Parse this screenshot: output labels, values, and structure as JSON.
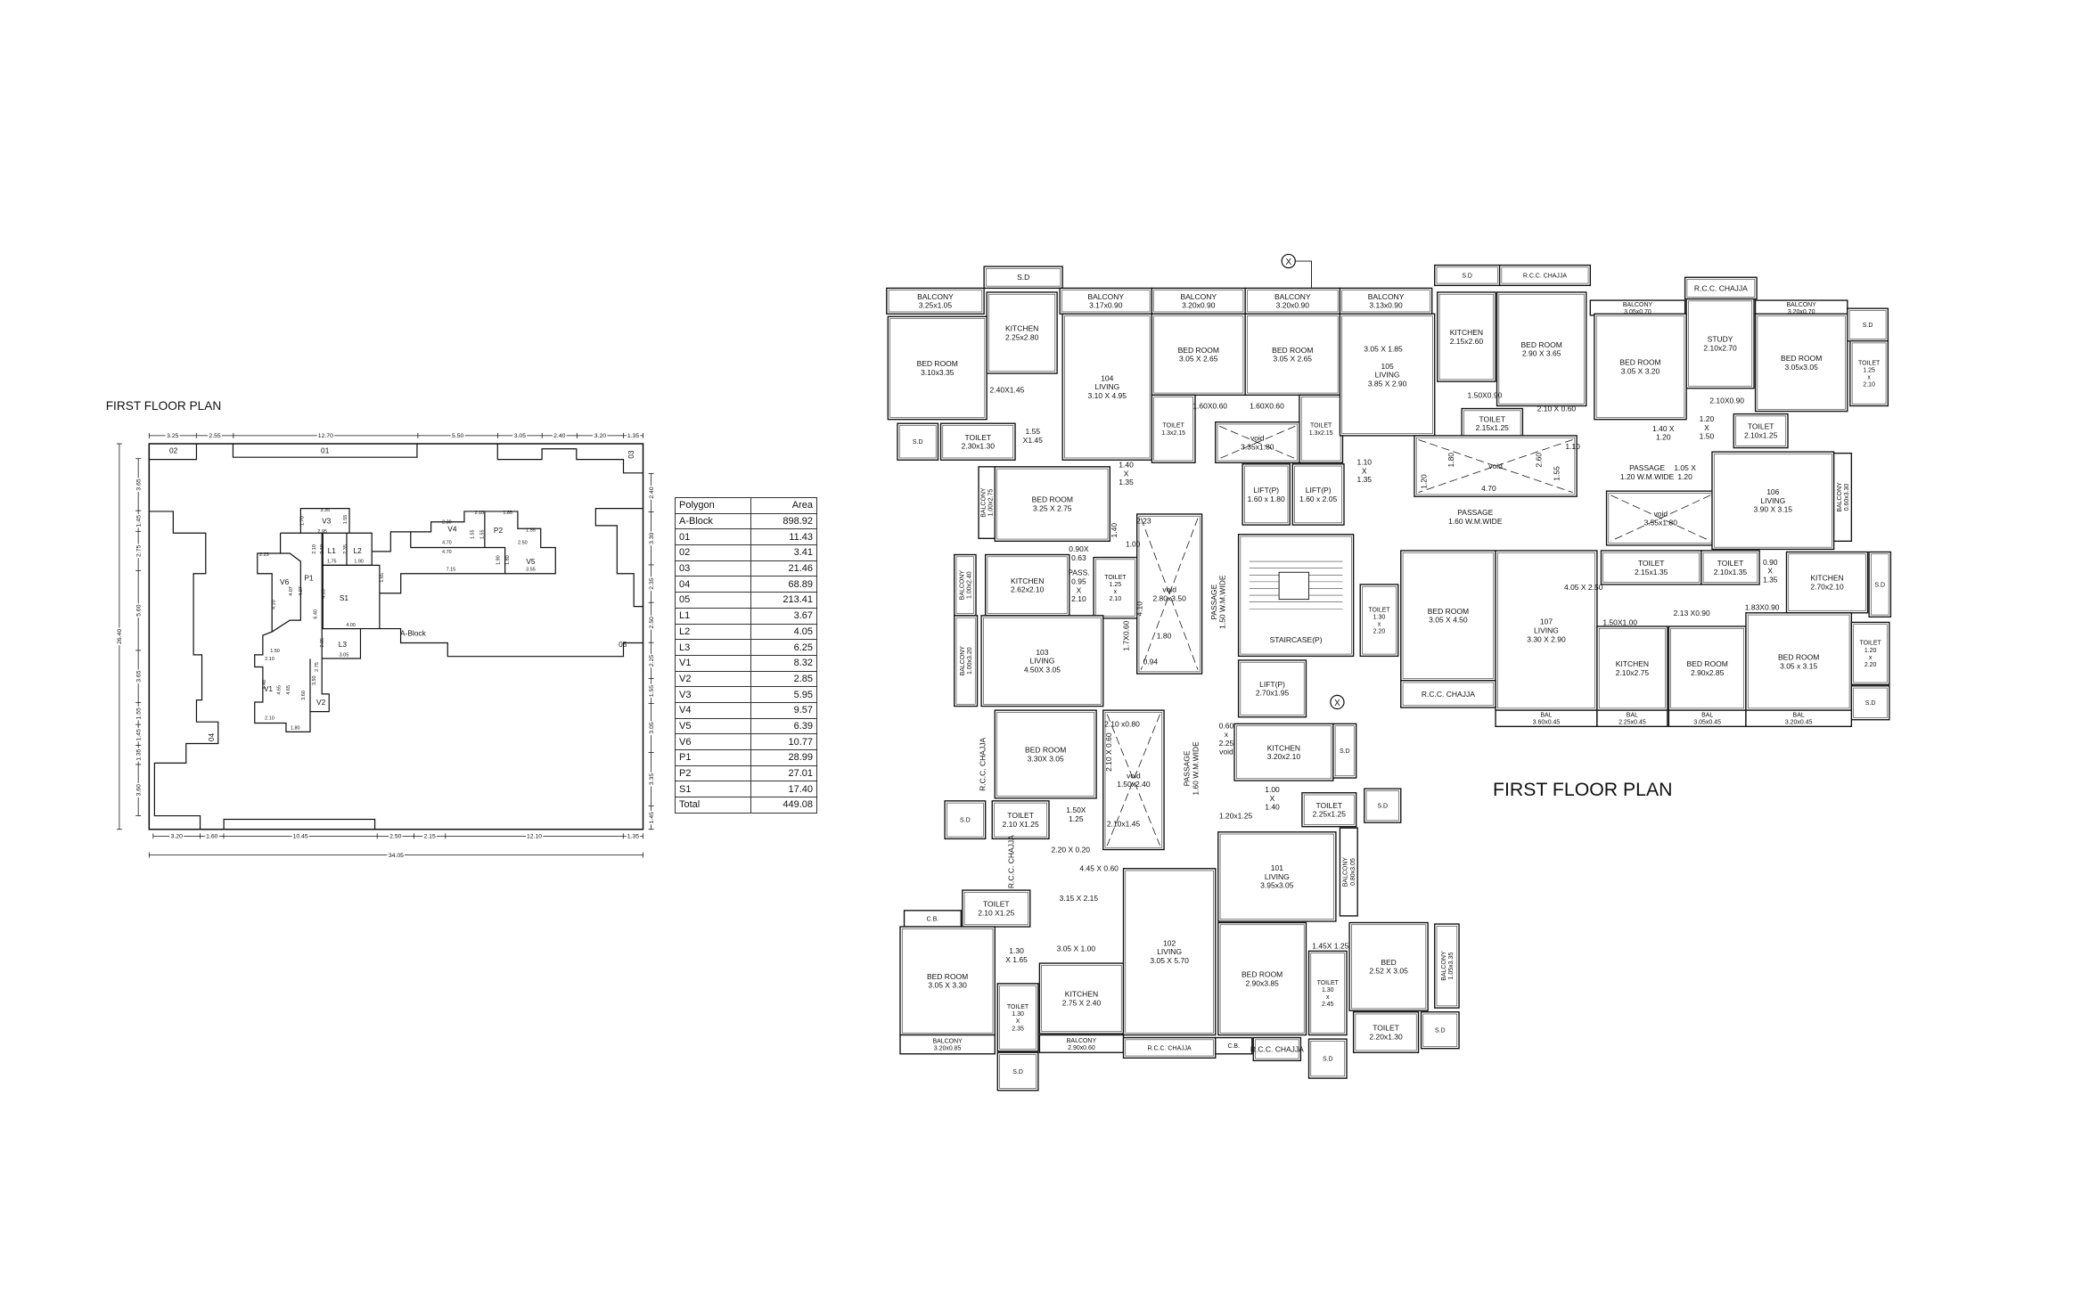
{
  "site_plan": {
    "title": "FIRST FLOOR PLAN",
    "dims_top": [
      "3.25",
      "2.55",
      "12.70",
      "5.50",
      "3.05",
      "2.40",
      "3.20",
      "1.35"
    ],
    "dims_bottom": [
      "3.20",
      "1.60",
      "10.45",
      "2.50",
      "2.15",
      "12.10",
      "1.35"
    ],
    "dims_left": [
      "3.65",
      "1.45",
      "2.75",
      "5.60",
      "3.65",
      "1.55",
      "1.45",
      "1.35",
      "3.60"
    ],
    "dims_right": [
      "2.40",
      "3.30",
      "2.35",
      "2.50",
      "2.25",
      "1.55",
      "3.05",
      "3.35",
      "1.45"
    ],
    "overall_width": "34.05",
    "overall_height": "26.40",
    "labels": [
      "01",
      "02",
      "03",
      "04",
      "05",
      "V1",
      "V2",
      "V3",
      "V4",
      "V5",
      "V6",
      "P1",
      "P2",
      "L1",
      "L2",
      "L3",
      "S1",
      "A-Block"
    ],
    "inner_dims": [
      "3.35",
      "1.70",
      "1.55",
      "2.95",
      "2.10",
      "2.10",
      "2.35",
      "1.75",
      "1.90",
      "2.23",
      "4.07",
      "4.07",
      "4.10",
      "6.40",
      "4.35",
      "1.65",
      "4.00",
      "2.05",
      "3.05",
      "1.50",
      "2.10",
      "1.40",
      "4.65",
      "4.65",
      "3.60",
      "3.50",
      "2.75",
      "2.10",
      "1.80",
      "2.10",
      "1.85",
      "2.30",
      "1.55",
      "1.55",
      "1.55",
      "4.70",
      "4.70",
      "2.50",
      "1.90",
      "1.80",
      "7.15",
      "3.55"
    ]
  },
  "area_table": {
    "headers": [
      "Polygon",
      "Area"
    ],
    "rows": [
      [
        "A-Block",
        "898.92"
      ],
      [
        "01",
        "11.43"
      ],
      [
        "02",
        "3.41"
      ],
      [
        "03",
        "21.46"
      ],
      [
        "04",
        "68.89"
      ],
      [
        "05",
        "213.41"
      ],
      [
        "L1",
        "3.67"
      ],
      [
        "L2",
        "4.05"
      ],
      [
        "L3",
        "6.25"
      ],
      [
        "V1",
        "8.32"
      ],
      [
        "V2",
        "2.85"
      ],
      [
        "V3",
        "5.95"
      ],
      [
        "V4",
        "9.57"
      ],
      [
        "V5",
        "6.39"
      ],
      [
        "V6",
        "10.77"
      ],
      [
        "P1",
        "28.99"
      ],
      [
        "P2",
        "27.01"
      ],
      [
        "S1",
        "17.40"
      ],
      [
        "Total",
        "449.08"
      ]
    ]
  },
  "floor_plan": {
    "title": "FIRST FLOOR PLAN",
    "grid_marker": "X",
    "rooms": [
      [
        "BALCONY",
        "3.25x1.05"
      ],
      [
        "S.D"
      ],
      [
        "KITCHEN",
        "2.25x2.80"
      ],
      [
        "BALCONY",
        "3.17x0.90"
      ],
      [
        "BALCONY",
        "3.20x0.90"
      ],
      [
        "BALCONY",
        "3.20x0.90"
      ],
      [
        "BALCONY",
        "3.13x0.90"
      ],
      [
        "S.D"
      ],
      [
        "R.C.C. CHAJJA"
      ],
      [
        "KITCHEN",
        "2.15x2.60"
      ],
      [
        "BED ROOM",
        "2.90 X 3.65"
      ],
      [
        "BALCONY",
        "3.05x0.70"
      ],
      [
        "R.C.C. CHAJJA"
      ],
      [
        "STUDY",
        "2.10x2.70"
      ],
      [
        "BALCONY",
        "3.20x0.70"
      ],
      [
        "S.D"
      ],
      [
        "TOILET",
        "1.25",
        "x",
        "2.10"
      ],
      [
        "BED ROOM",
        "3.10x3.35"
      ],
      [
        "S.D"
      ],
      [
        "TOILET",
        "2.30x1.30"
      ],
      [
        "2.40X1.45"
      ],
      [
        "1.55",
        "X1.45"
      ],
      [
        "104",
        "LIVING",
        "3.10 X 4.95"
      ],
      [
        "BED ROOM",
        "3.05 X 2.65"
      ],
      [
        "BED ROOM",
        "3.05 X 2.65"
      ],
      [
        "1.60X0.60"
      ],
      [
        "1.60X0.60"
      ],
      [
        "TOILET",
        "1.3x2.15"
      ],
      [
        "TOILET",
        "1.3x2.15"
      ],
      [
        "void",
        "3.35x1.80"
      ],
      [
        "3.05 X 1.85"
      ],
      [
        "105",
        "LIVING",
        "3.85 X 2.90"
      ],
      [
        "1.10",
        "X",
        "1.35"
      ],
      [
        "1.40",
        "X",
        "1.35"
      ],
      [
        "BED ROOM",
        "3.25 X 2.75"
      ],
      [
        "BALCONY",
        "1.00x2.75"
      ],
      [
        "TOILET",
        "2.15x1.25"
      ],
      [
        "1.50X0.90"
      ],
      [
        "2.10 X 0.60"
      ],
      [
        "void"
      ],
      [
        "4.70"
      ],
      [
        "1.80"
      ],
      [
        "2.60"
      ],
      [
        "1.55"
      ],
      [
        "1.10"
      ],
      [
        "1.20"
      ],
      [
        "BED ROOM",
        "3.05 X 3.20"
      ],
      [
        "2.10X0.90"
      ],
      [
        "1.40 X",
        "1.20"
      ],
      [
        "1.20",
        "X",
        "1.50"
      ],
      [
        "TOILET",
        "2.10x1.25"
      ],
      [
        "BED ROOM",
        "3.05x3.05"
      ],
      [
        "PASSAGE",
        "1.20 W.M.WIDE"
      ],
      [
        "PASSAGE",
        "1.60 W.M.WIDE"
      ],
      [
        "1.05 X",
        "1.20"
      ],
      [
        "void",
        "3.55x1.80"
      ],
      [
        "106",
        "LIVING",
        "3.90 X 3.15"
      ],
      [
        "BALCONY",
        "0.60x3.30"
      ],
      [
        "LIFT(P)",
        "1.60 x 1.80"
      ],
      [
        "LIFT(P)",
        "1.60 x 2.05"
      ],
      [
        "STAIRCASE(P)"
      ],
      [
        "TOILET",
        "1.30",
        "x",
        "2.20"
      ],
      [
        "LIFT(P)",
        "2.70x1.95"
      ],
      [
        "BED ROOM",
        "3.05 X 4.50"
      ],
      [
        "107",
        "LIVING",
        "3.30 X 2.90"
      ],
      [
        "4.05 X 2.50"
      ],
      [
        "TOILET",
        "2.15x1.35"
      ],
      [
        "TOILET",
        "2.10x1.35"
      ],
      [
        "0.90",
        "X",
        "1.35"
      ],
      [
        "KITCHEN",
        "2.70x2.10"
      ],
      [
        "S.D"
      ],
      [
        "2.13 X0.90"
      ],
      [
        "1.50X1.00"
      ],
      [
        "1.83X0.90"
      ],
      [
        "KITCHEN",
        "2.10x2.75"
      ],
      [
        "BED ROOM",
        "2.90x2.85"
      ],
      [
        "BED ROOM",
        "3.05 x 3.15"
      ],
      [
        "TOILET",
        "1.20",
        "x",
        "2.20"
      ],
      [
        "S.D"
      ],
      [
        "R.C.C. CHAJJA"
      ],
      [
        "BAL",
        "3.60x0.45"
      ],
      [
        "BAL",
        "2.25x0.45"
      ],
      [
        "BAL",
        "3.05x0.45"
      ],
      [
        "BAL",
        "3.20x0.45"
      ],
      [
        "KITCHEN",
        "2.62x2.10"
      ],
      [
        "BALCONY",
        "1.00x2.40"
      ],
      [
        "0.90X",
        "0.63"
      ],
      [
        "PASS.",
        "0.95",
        "X",
        "2.10"
      ],
      [
        "TOILET",
        "1.25",
        "x",
        "2.10"
      ],
      [
        "void",
        "2.80x3.50"
      ],
      [
        "2.23"
      ],
      [
        "1.40"
      ],
      [
        "1.00"
      ],
      [
        "1.80"
      ],
      [
        "1.7X0.60"
      ],
      [
        "0.94"
      ],
      [
        "4.10"
      ],
      [
        "PASSAGE",
        "1.50 W.M.WIDE"
      ],
      [
        "103",
        "LIVING",
        "4.50X 3.05"
      ],
      [
        "BALCONY",
        "1.00x3.20"
      ],
      [
        "R.C.C. CHAJJA"
      ],
      [
        "BED ROOM",
        "3.30X 3.05"
      ],
      [
        "2.10 x0.80"
      ],
      [
        "2.10 X 0.60"
      ],
      [
        "void",
        "1.50x2.40"
      ],
      [
        "2.10x1.45"
      ],
      [
        "S.D"
      ],
      [
        "TOILET",
        "2.10 X1.25"
      ],
      [
        "1.50X",
        "1.25"
      ],
      [
        "2.20 X 0.20"
      ],
      [
        "4.45 X 0.60"
      ],
      [
        "PASSAGE",
        "1.60 W.M.WIDE"
      ],
      [
        "0.60",
        "x",
        "2.25",
        "void"
      ],
      [
        "KITCHEN",
        "3.20x2.10"
      ],
      [
        "S.D"
      ],
      [
        "1.20x1.25"
      ],
      [
        "1.00",
        "X",
        "1.40"
      ],
      [
        "TOILET",
        "2.25x1.25"
      ],
      [
        "S.D"
      ],
      [
        "101",
        "LIVING",
        "3.95x3.05"
      ],
      [
        "BALCONY",
        "0.80x3.05"
      ],
      [
        "R.C.C. CHAJJA"
      ],
      [
        "TOILET",
        "2.10 X1.25"
      ],
      [
        "C.B."
      ],
      [
        "3.15 X 2.15"
      ],
      [
        "3.05 X 1.00"
      ],
      [
        "BED ROOM",
        "3.05 X 3.30"
      ],
      [
        "1.30",
        "X 1.65"
      ],
      [
        "TOILET",
        "1.30",
        "X",
        "2.35"
      ],
      [
        "KITCHEN",
        "2.75 X 2.40"
      ],
      [
        "BALCONY",
        "3.20x0.85"
      ],
      [
        "BALCONY",
        "2.90x0.60"
      ],
      [
        "S.D"
      ],
      [
        "102",
        "LIVING",
        "3.05 X 5.70"
      ],
      [
        "R.C.C. CHAJJA"
      ],
      [
        "C.B."
      ],
      [
        "R.C.C. CHAJJA"
      ],
      [
        "BED ROOM",
        "2.90x3.85"
      ],
      [
        "1.45X 1.25"
      ],
      [
        "TOILET",
        "1.30",
        "x",
        "2.45"
      ],
      [
        "S.D"
      ],
      [
        "BED",
        "2.52 X 3.05"
      ],
      [
        "BALCONY",
        "1.05x3.35"
      ],
      [
        "TOILET",
        "2.20x1.30"
      ],
      [
        "S.D"
      ]
    ]
  }
}
